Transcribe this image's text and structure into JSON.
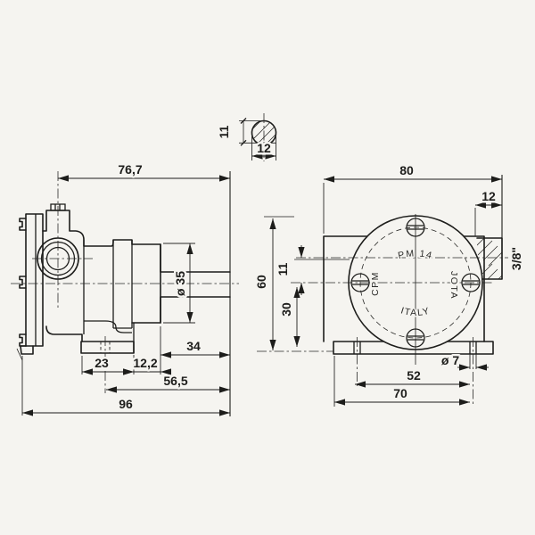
{
  "colors": {
    "paper": "#f5f4f0",
    "ink": "#1d1d1b"
  },
  "detail_section": {
    "across_flat": "11",
    "diameter": "12"
  },
  "side_view": {
    "center_to_shaft_end": "76,7",
    "hub_diameter": "ø 35",
    "shaft_length": "34",
    "foot_width": "23",
    "foot_to_hub": "12,2",
    "hole_to_shaft_end": "56,5",
    "overall_length": "96"
  },
  "front_view": {
    "overall_width": "80",
    "port_depth": "12",
    "port_thread": "3/8\"",
    "overall_height": "60",
    "port_axis_offset": "11",
    "axis_to_base": "30",
    "hole_diameter": "ø 7",
    "hole_spacing": "52",
    "base_span": "70",
    "face": {
      "model": "PM 14",
      "brand_left": "CPM",
      "brand_right": "JOTA",
      "origin": "ITALY"
    }
  }
}
